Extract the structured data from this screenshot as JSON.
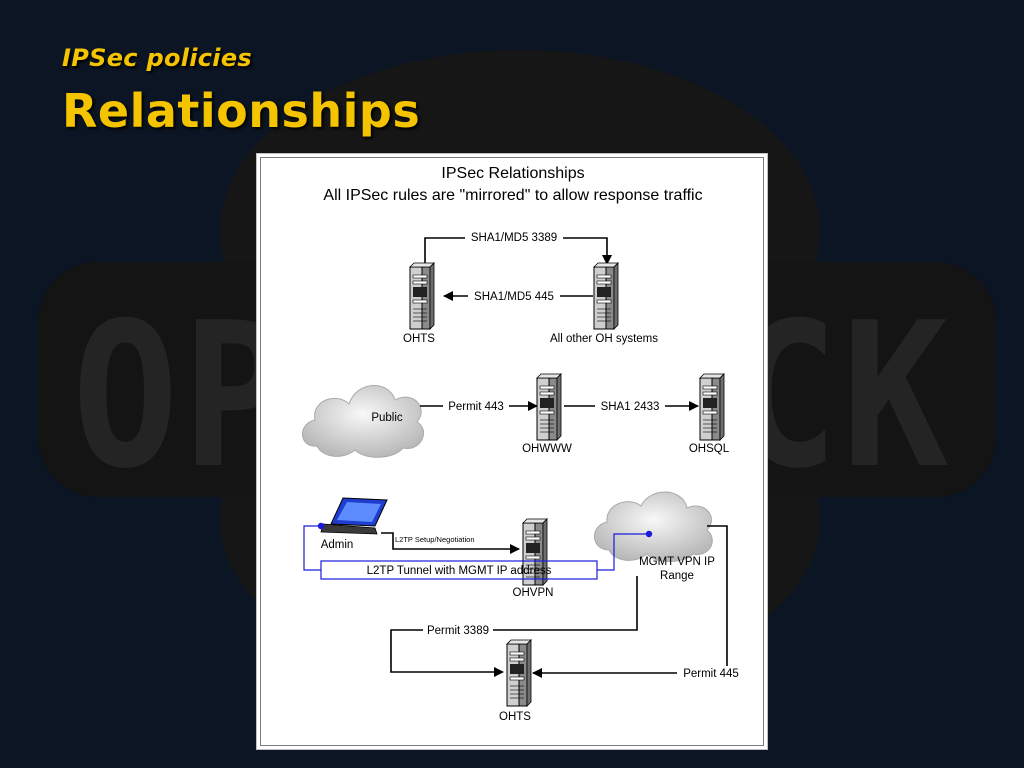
{
  "slide": {
    "subtitle": "IPSec policies",
    "title": "Relationships",
    "background_logo_text": "OPENTECK"
  },
  "diagram": {
    "title_line1": "IPSec Relationships",
    "title_line2": "All IPSec rules are \"mirrored\" to allow response traffic",
    "nodes": {
      "ohts_top": "OHTS",
      "all_other": "All other OH systems",
      "public": "Public",
      "ohwww": "OHWWW",
      "ohsql": "OHSQL",
      "admin": "Admin",
      "ohvpn": "OHVPN",
      "mgmt_line1": "MGMT VPN IP",
      "mgmt_line2": "Range",
      "ohts_bottom": "OHTS"
    },
    "edges": {
      "sha1_3389": "SHA1/MD5 3389",
      "sha1_445": "SHA1/MD5 445",
      "permit_443": "Permit 443",
      "sha1_2433": "SHA1 2433",
      "l2tp_setup": "L2TP Setup/Negotiation",
      "l2tp_tunnel": "L2TP Tunnel with MGMT IP address",
      "permit_3389": "Permit 3389",
      "permit_445": "Permit 445"
    }
  },
  "colors": {
    "background": "#0c1524",
    "title": "#f5c400",
    "logo": "#1a1a1a",
    "tunnel": "#1a1adb"
  }
}
